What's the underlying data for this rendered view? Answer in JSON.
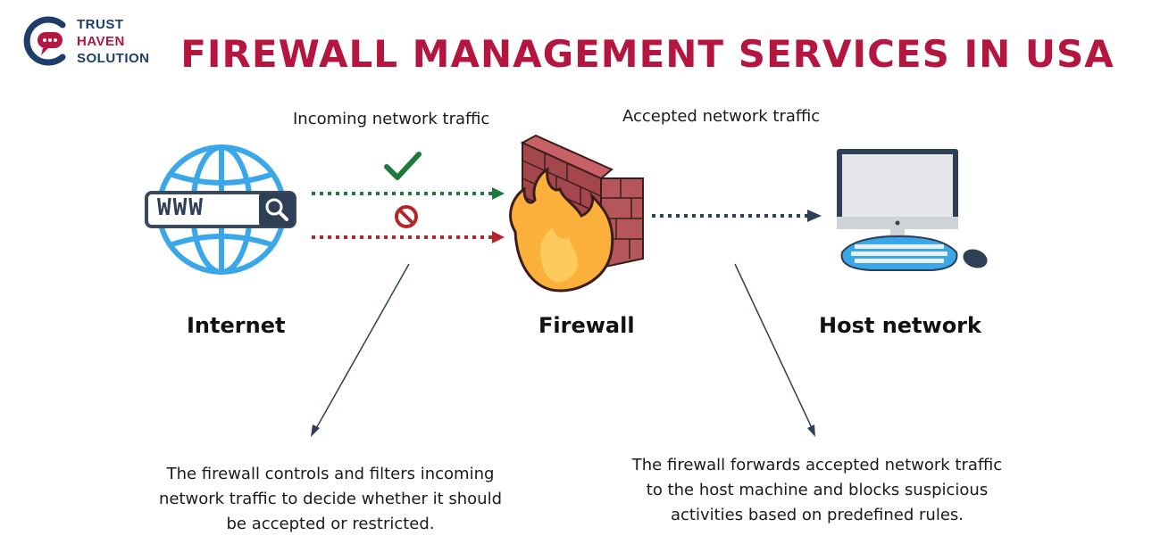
{
  "brand": {
    "line1": "TRUST",
    "line2": "HAVEN",
    "line3": "SOLUTION",
    "colors": {
      "navy": "#1f3d6b",
      "crimson": "#b5163f"
    }
  },
  "title": "FIREWALL MANAGEMENT SERVICES IN USA",
  "captions": {
    "incoming": "Incoming network traffic",
    "accepted": "Accepted  network traffic"
  },
  "nodes": {
    "internet": {
      "label": "Internet",
      "badge": "WWW",
      "icon": "globe-icon"
    },
    "firewall": {
      "label": "Firewall",
      "icon": "brick-wall-fire-icon"
    },
    "host": {
      "label": "Host network",
      "icon": "desktop-computer-icon"
    }
  },
  "descriptions": {
    "left": [
      "The firewall controls and filters incoming",
      "network traffic to decide whether it should",
      "be accepted or restricted."
    ],
    "right": [
      "The firewall forwards accepted network traffic",
      "to the host machine and blocks suspicious",
      "activities based on predefined rules."
    ]
  },
  "colors": {
    "accepted_arrow": "#1e7a3a",
    "blocked_arrow": "#b3262b",
    "forward_arrow": "#2f3f55",
    "globe": "#3aa7e8"
  }
}
